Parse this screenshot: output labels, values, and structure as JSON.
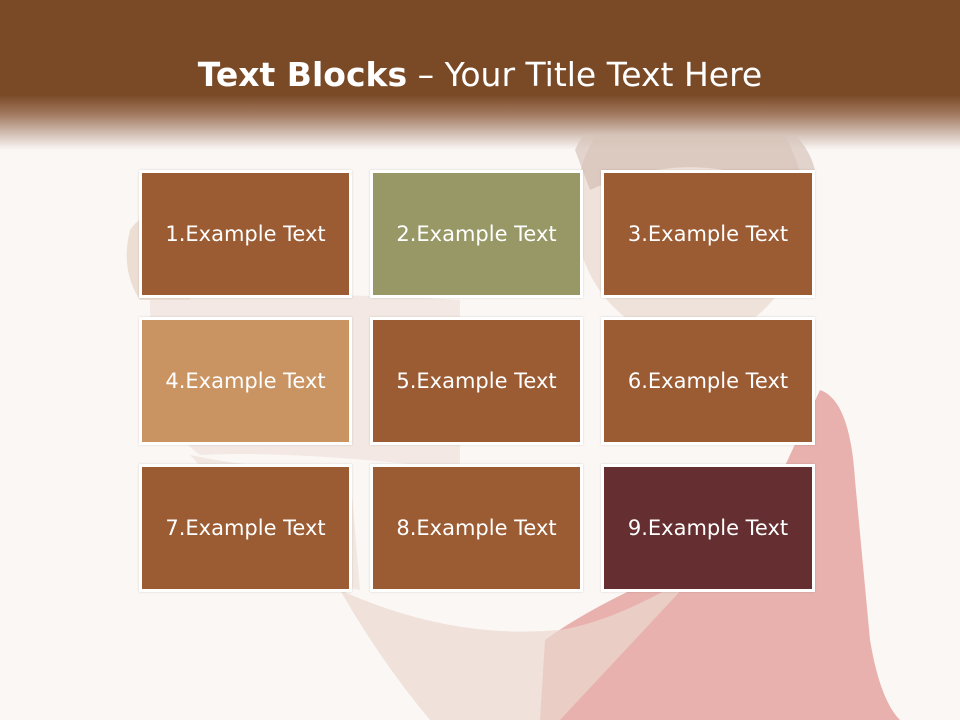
{
  "title": {
    "bold": "Text Blocks",
    "dash": " – ",
    "rest": "Your Title Text Here"
  },
  "blocks": [
    {
      "label": "1.Example Text",
      "color": "#9b5b33"
    },
    {
      "label": "2.Example Text",
      "color": "#979866"
    },
    {
      "label": "3.Example Text",
      "color": "#9b5b33"
    },
    {
      "label": "4.Example Text",
      "color": "#c99362"
    },
    {
      "label": "5.Example Text",
      "color": "#9b5b33"
    },
    {
      "label": "6.Example Text",
      "color": "#9b5b33"
    },
    {
      "label": "7.Example Text",
      "color": "#9b5b33"
    },
    {
      "label": "8.Example Text",
      "color": "#9b5b33"
    },
    {
      "label": "9.Example Text",
      "color": "#652e30"
    }
  ],
  "colors": {
    "header": "#7a4a27",
    "background": "#fbf7f5"
  }
}
